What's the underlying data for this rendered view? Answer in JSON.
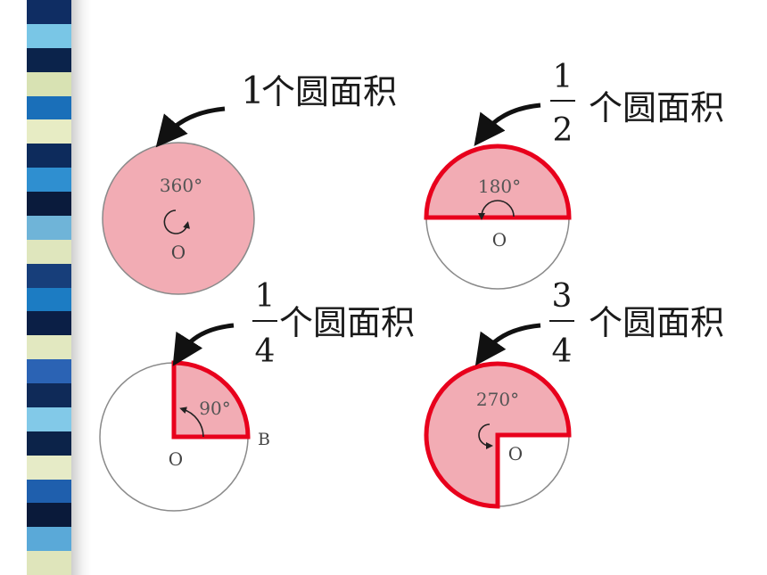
{
  "stripe_colors": [
    "#0f2d63",
    "#79c6e6",
    "#0b234b",
    "#d8e2b3",
    "#1a6fb9",
    "#e7ecc4",
    "#0d2b5c",
    "#2f8fd0",
    "#0a1b3c",
    "#6fb4d8",
    "#dfe6bd",
    "#173e7a",
    "#1c7cc3",
    "#0b1f46",
    "#e2e8c0",
    "#2b63b4",
    "#0f2a58",
    "#82c9e8",
    "#0c2349",
    "#e6ebc7",
    "#1f5fad",
    "#0a1a3a",
    "#5aa9d8",
    "#dfe5bb"
  ],
  "colors": {
    "fill_pink": "#f2acb4",
    "highlight_red": "#e8001c",
    "outline_gray": "#8a8a8a",
    "text_dark": "#1a1a1a",
    "angle_text": "#555555"
  },
  "panels": [
    {
      "label_number": "1",
      "label_text": "个圆面积",
      "angle": "360°",
      "center": "O"
    },
    {
      "numerator": "1",
      "denominator": "2",
      "label_text": "个圆面积",
      "angle": "180°",
      "center": "O"
    },
    {
      "numerator": "1",
      "denominator": "4",
      "label_text": "个圆面积",
      "angle": "90°",
      "center": "O",
      "point": "B"
    },
    {
      "numerator": "3",
      "denominator": "4",
      "label_text": "个圆面积",
      "angle": "270°",
      "center": "O"
    }
  ]
}
